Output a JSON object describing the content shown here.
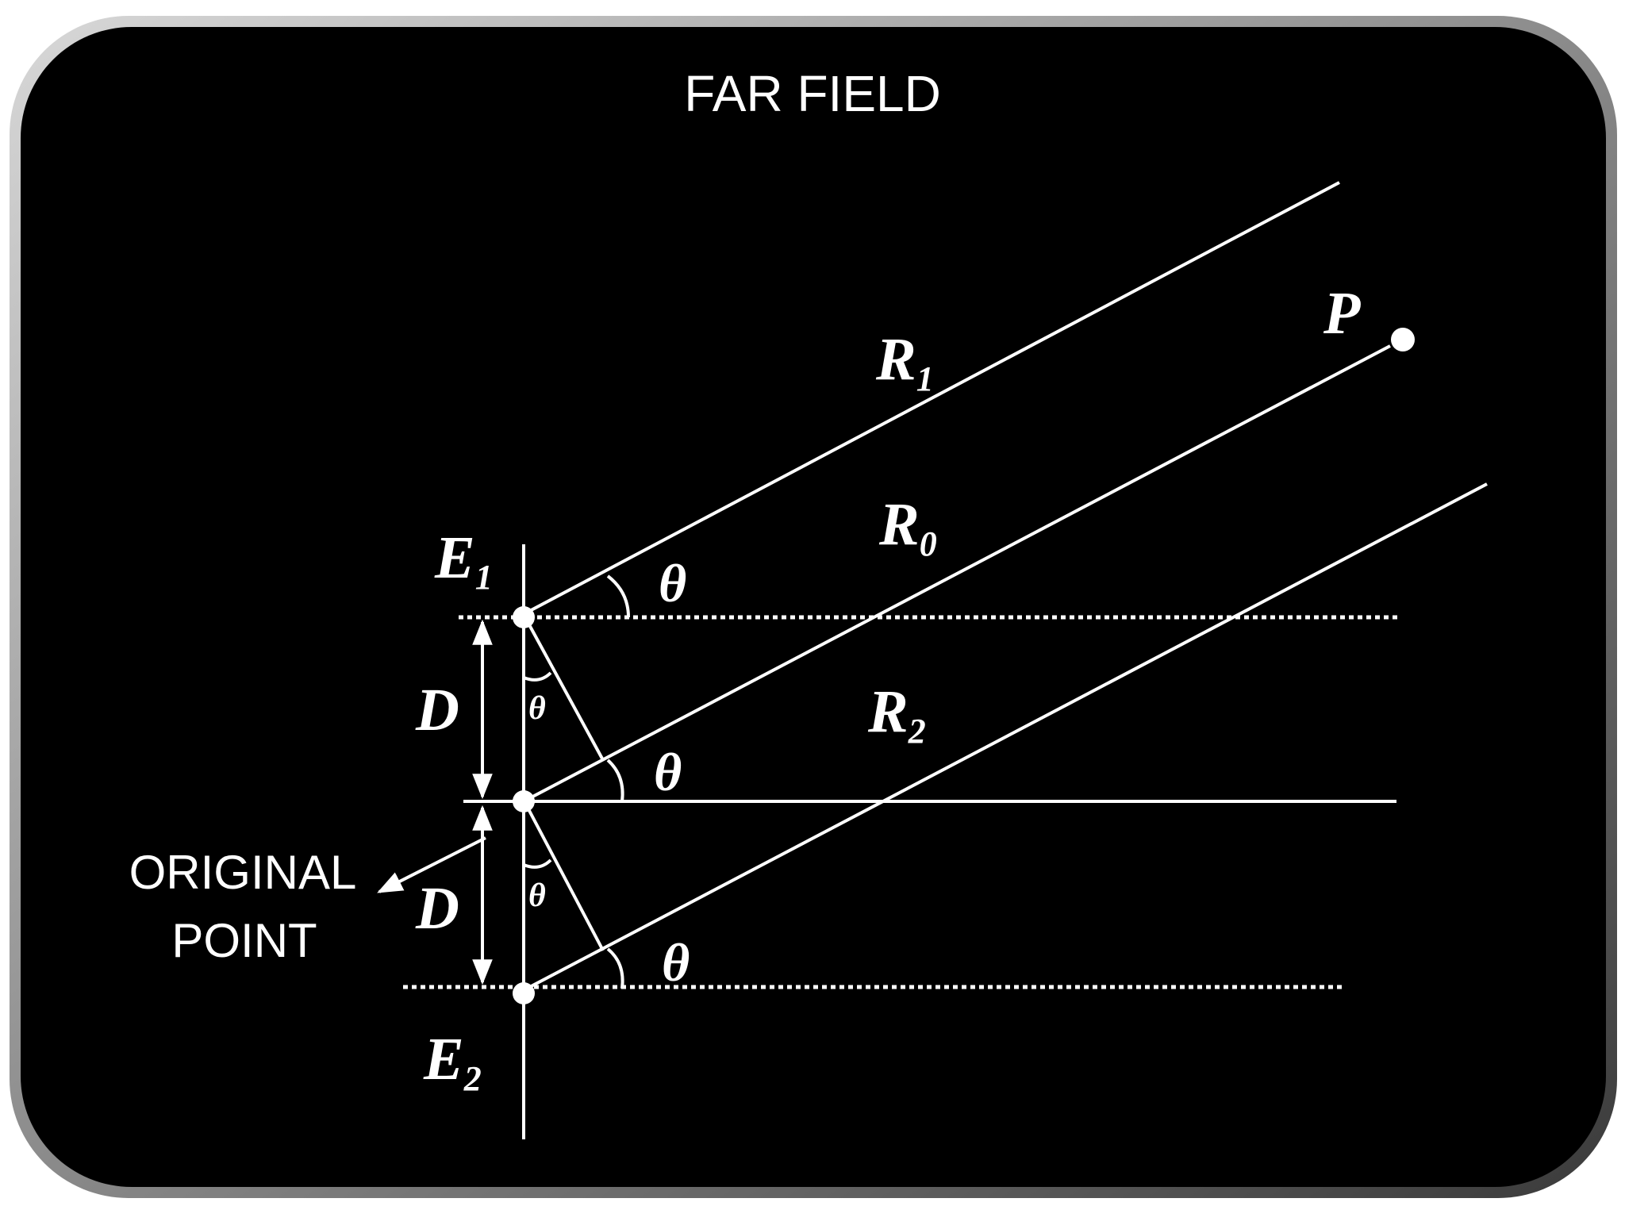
{
  "title": "FAR FIELD",
  "labels": {
    "R1": {
      "main": "R",
      "sub": "1"
    },
    "R0": {
      "main": "R",
      "sub": "0"
    },
    "R2": {
      "main": "R",
      "sub": "2"
    },
    "E1": {
      "main": "E",
      "sub": "1"
    },
    "E2": {
      "main": "E",
      "sub": "2"
    },
    "P": "P",
    "D": "D",
    "theta": "θ"
  },
  "original_point": {
    "line1": "ORIGINAL",
    "line2": "POINT"
  },
  "colors": {
    "frame_background": "#000000",
    "frame_border": "#9a9a9a",
    "lines": "#ffffff",
    "page_background": "#ffffff"
  }
}
